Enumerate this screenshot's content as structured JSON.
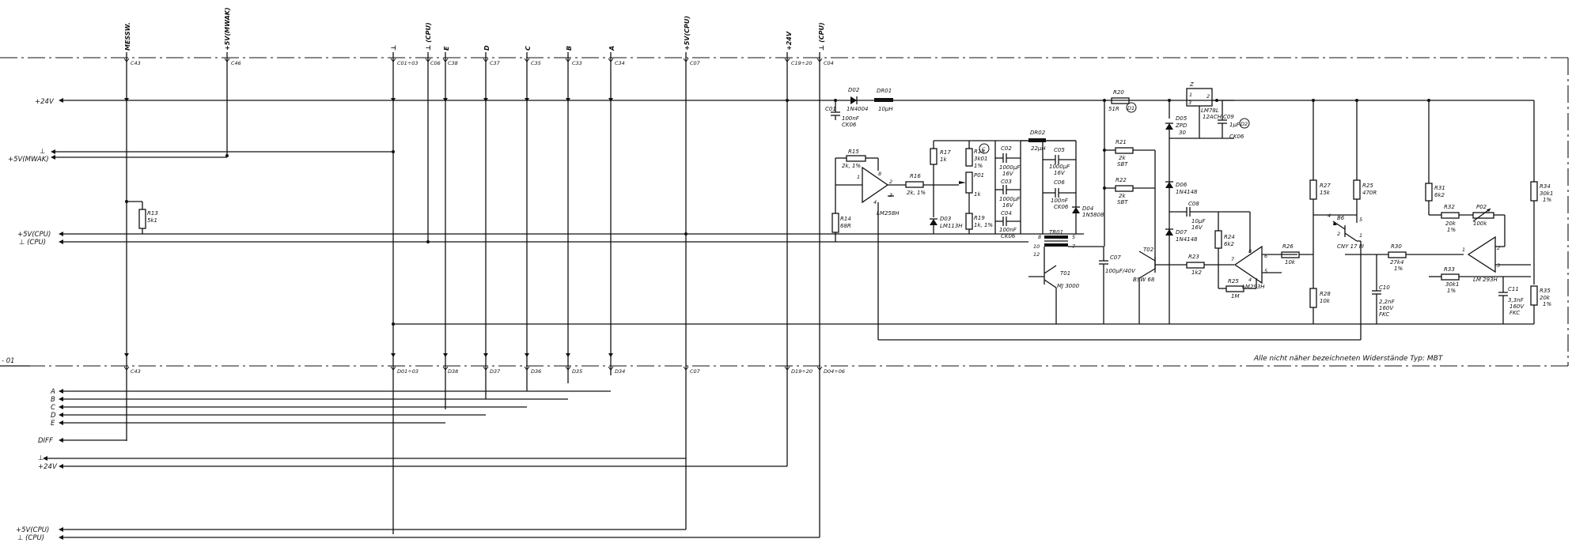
{
  "top_labels": [
    "MESSW.",
    "+5V(MWAK)",
    "⊥",
    "⊥ (CPU)",
    "E",
    "D",
    "C",
    "B",
    "A",
    "+5V(CPU)",
    "+24V",
    "⊥ (CPU)"
  ],
  "upper_pins": [
    "C43",
    "C46",
    "C01÷03",
    "C06",
    "C38",
    "C37",
    "C35",
    "C33",
    "C34",
    "C07",
    "C19÷20",
    "C04"
  ],
  "lower_pins": [
    "C43",
    "D01÷03",
    "D38",
    "D37",
    "D36",
    "D35",
    "D34",
    "C07",
    "D19÷20",
    "D04÷06"
  ],
  "left_nets": {
    "v24": "+24V",
    "gnd_a": "⊥",
    "v5mwak": "+5V(MWAK)",
    "v5cpu": "+5V(CPU)",
    "gndcpu": "⊥ (CPU)",
    "A": "A",
    "B": "B",
    "C": "C",
    "D": "D",
    "E": "E",
    "diff": "DIFF",
    "gnd_b": "⊥",
    "v24b": "+24V",
    "v5cpu_b": "+5V(CPU)",
    "gndcpu_b": "⊥ (CPU)"
  },
  "sheet_ref": "- 01",
  "note": "Alle nicht näher bezeichneten Widerstände  Typ: MBT",
  "components": {
    "R13": [
      "R13",
      "5k1"
    ],
    "D02": [
      "D02",
      "1N4004"
    ],
    "DR01": [
      "DR01",
      "10µH"
    ],
    "C01": [
      "C01",
      "100nF",
      "CK06"
    ],
    "R15": [
      "R15",
      "2k, 1%"
    ],
    "IC1": [
      "LM258H"
    ],
    "R14": [
      "R14",
      "68R"
    ],
    "R16": [
      "R16",
      "2k, 1%"
    ],
    "R17": [
      "R17",
      "1k"
    ],
    "D03": [
      "D03",
      "LM113H"
    ],
    "R18": [
      "R18",
      "3k01",
      "1%"
    ],
    "P01": [
      "P01",
      "1k"
    ],
    "R19": [
      "R19",
      "1k, 1%"
    ],
    "C02": [
      "C02",
      "1000µF",
      "16V"
    ],
    "C03": [
      "C03",
      "1000µF",
      "16V"
    ],
    "C04": [
      "C04",
      "100nF",
      "CK06"
    ],
    "DR02": [
      "DR02",
      "22µH"
    ],
    "C05": [
      "C05",
      "1000µF",
      "16V"
    ],
    "C06": [
      "C06",
      "100nF",
      "CK06"
    ],
    "D04": [
      "D04",
      "1N5808"
    ],
    "TR01": [
      "TR01"
    ],
    "T01": [
      "T01",
      "MJ 3000"
    ],
    "C07": [
      "C07",
      "100µF/40V"
    ],
    "R20": [
      "R20",
      "51R"
    ],
    "R21": [
      "R21",
      "2k",
      "SBT"
    ],
    "R22": [
      "R22",
      "2k",
      "SBT"
    ],
    "Z": [
      "Z",
      "LM78L",
      "12ACH"
    ],
    "D05": [
      "D05",
      "ZPD",
      "30"
    ],
    "C09": [
      "C09",
      "1µF",
      "CK06"
    ],
    "D06": [
      "D06",
      "1N4148"
    ],
    "D07": [
      "D07",
      "1N4148"
    ],
    "C08": [
      "C08",
      "10µF",
      "16V"
    ],
    "T02": [
      "T02",
      "BSW 68"
    ],
    "R23": [
      "R23",
      "1k2"
    ],
    "R24": [
      "R24",
      "6k2"
    ],
    "R25": [
      "R25",
      "1M"
    ],
    "IC2": [
      "LM293H"
    ],
    "R26": [
      "R26",
      "10k"
    ],
    "R27": [
      "R27",
      "15k"
    ],
    "R28": [
      "R28",
      "10k"
    ],
    "R25b": [
      "R25",
      "470R"
    ],
    "B6": [
      "B6",
      "CNY 17 III"
    ],
    "C10": [
      "C10",
      "2,2nF",
      "160V",
      "FKC"
    ],
    "R30": [
      "R30",
      "27k4",
      "1%"
    ],
    "R31": [
      "R31",
      "6k2"
    ],
    "R32": [
      "R32",
      "20k",
      "1%"
    ],
    "P02": [
      "P02",
      "100k"
    ],
    "R33": [
      "R33",
      "30k1",
      "1%"
    ],
    "IC3": [
      "LM 293H"
    ],
    "C11": [
      "C11",
      "3,3nF",
      "160V",
      "FKC"
    ],
    "R34": [
      "R34",
      "30k1",
      "1%"
    ],
    "R35": [
      "R35",
      "20k",
      "1%"
    ]
  },
  "circle_marks": [
    "C",
    "D1",
    "D2"
  ],
  "pin_numbers": {
    "ic1": [
      "1",
      "2",
      "3",
      "4",
      "8"
    ],
    "ic2": [
      "7",
      "6",
      "5",
      "4",
      "8"
    ],
    "ic3": [
      "1",
      "2",
      "3"
    ],
    "z": [
      "3",
      "2",
      "1"
    ],
    "b6": [
      "4",
      "5",
      "2",
      "1"
    ],
    "tr": [
      "8",
      "5",
      "10",
      "7",
      "12"
    ]
  }
}
